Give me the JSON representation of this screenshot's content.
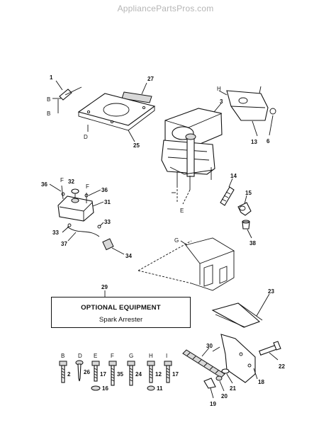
{
  "watermark": "AppliancePartsPros.com",
  "optional_box": {
    "title": "OPTIONAL EQUIPMENT",
    "subtitle": "Spark Arrester"
  },
  "callouts": [
    "1",
    "27",
    "3",
    "13",
    "6",
    "25",
    "36",
    "32",
    "36",
    "31",
    "33",
    "37",
    "33",
    "34",
    "14",
    "15",
    "38",
    "29",
    "23",
    "30",
    "22",
    "18",
    "21",
    "20",
    "19"
  ],
  "letters": [
    "B",
    "B",
    "D",
    "H",
    "F",
    "F",
    "E",
    "G"
  ],
  "hardware": [
    {
      "letter": "B",
      "number": "2"
    },
    {
      "letter": "D",
      "number": "26"
    },
    {
      "letter": "E",
      "number": "17"
    },
    {
      "letter": "F",
      "number": "35"
    },
    {
      "letter": "G",
      "number": "24"
    },
    {
      "letter": "H",
      "number": "12"
    },
    {
      "letter": "I",
      "number": "17"
    }
  ],
  "washers": [
    "16",
    "11"
  ]
}
